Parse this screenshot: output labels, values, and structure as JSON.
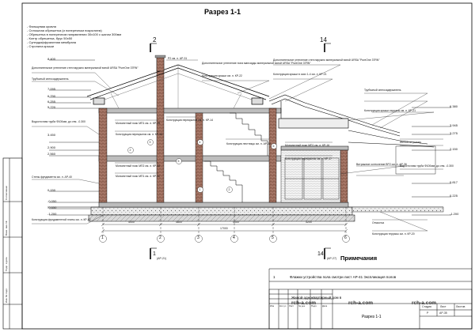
{
  "drawing": {
    "title": "Разрез 1-1",
    "section_mark_left": "2",
    "section_mark_right": "14",
    "bottom_mark_left": "1",
    "bottom_mark_left_ref": "(АР-21)",
    "bottom_mark_right": "14",
    "bottom_mark_right_ref": "(АР-27)",
    "roof_layers": [
      "- Фальцевая кровля",
      "- Сплошная обрешетка (и поперечным покрытием)",
      "- Обрешетка в поперечном направлении 30х100 с шагом 300мм",
      "- Контр обрешетка, брус 50х50",
      "- Супердиффузионная мембрана",
      "- Стропила крыши"
    ],
    "levels_left": [
      "8.400",
      "7.095",
      "6.790",
      "6.255",
      "5.720",
      "3.450",
      "2.900",
      "2.560",
      "0.150",
      "-0.050",
      "-0.650",
      "-1.200"
    ],
    "levels_right": [
      "6.380",
      "3.945",
      "3.275",
      "2.150",
      "0.817",
      "0.225",
      "-1.200"
    ],
    "callouts": [
      "Дополнительное утепление стен наружно минеральной ватой URSA \"PureOne 37RN\"",
      "Трубчатый снегозадержатель",
      "Водосточная труба Ф100мм, до отм. -0.300",
      "Стены фундамента см. л. АР-40",
      "Конструкция фундаментной плиты см. л. КР-02",
      "Монолитный пояс МП1 см. л. КР-19",
      "Конструкция перекрытия см. л. КР-13",
      "Монолитный пояс МП2 см. л. КР-10",
      "Монолитный пояс МП1 см. л. КР-11",
      "Конструкция перекрытия см. л. КР-14",
      "Конструкция лестницы см. л. АР-30",
      "Дополнительное утепление пола мансарды минеральной ватой URSA \"PureOne 37RN\"",
      "Конструкция крыши см. л. КР-22",
      "Дополнительное утепление стен наружно минеральной ватой URSA \"PureOne 37RN\"",
      "Конструкция крыши в осях 1-4 см. л. КР-21",
      "Трубчатый снегозадержатель",
      "Конструкция крыши террасы см. л. КР-21",
      "Желоб по уклону",
      "Водосточная труба Ф100мм, до отм. -0.300",
      "Витражное остекление ВР2 см. л. АР-36",
      "Отмостка",
      "Конструкция террасы см. л. КР-20",
      "Р2 см. л. АР-31",
      "Монолитный пояс МП1 см. л. КР-16",
      "Конструкция перекрытия см. л. КР-17"
    ],
    "axes": [
      "1",
      "2",
      "3",
      "4",
      "5",
      "6"
    ],
    "dims_segments": [
      "4000",
      "4800",
      "4000",
      "3200"
    ],
    "dim_total": "17000",
    "circle_marks": [
      "2",
      "3",
      "4",
      "5",
      "6",
      "1",
      "2"
    ]
  },
  "notes": {
    "title": "Примечания",
    "items": [
      {
        "num": "1",
        "text": "Флажки устройства пола смотри лист АР-41 Экспликация полов"
      }
    ]
  },
  "title_block": {
    "project": "Жилой одноквартирный дом в",
    "watermark": "rch-a.com",
    "sheet_name": "Разрез 1-1",
    "stage_label": "Стадия",
    "sheet_label": "Лист",
    "sheets_label": "Листов",
    "stage_value": "Р",
    "sheet_value": "АР-35",
    "columns": [
      "Изм",
      "Кол.уч",
      "Лист",
      "№ док",
      "Подп.",
      "Дата"
    ]
  },
  "sidebar": {
    "labels": [
      "Согласовано",
      "Взам. инв. №",
      "Подп. и дата",
      "Инв. № подл."
    ]
  }
}
